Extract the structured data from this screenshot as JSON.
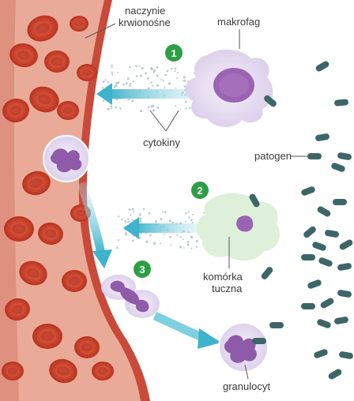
{
  "labels": {
    "vessel": [
      "naczynie",
      "krwionośne"
    ],
    "macrophage": "makrofag",
    "cytokines": "cytokiny",
    "pathogen": "patogen",
    "mast_cell": [
      "komórka",
      "tuczna"
    ],
    "granulocyte": "granulocyt"
  },
  "steps": [
    "1",
    "2",
    "3"
  ],
  "colors": {
    "vessel_wall": "#c94a3a",
    "vessel_inner": "#e8a896",
    "red_cell": "#c7402c",
    "arrow": "#5cc2d6",
    "step_badge": "#2e9e46",
    "pathogen": "#3e6668",
    "cell_body": "#e7e0f0",
    "nucleus": "#8f5aa8",
    "mast_cell_body": "#dff0da"
  }
}
